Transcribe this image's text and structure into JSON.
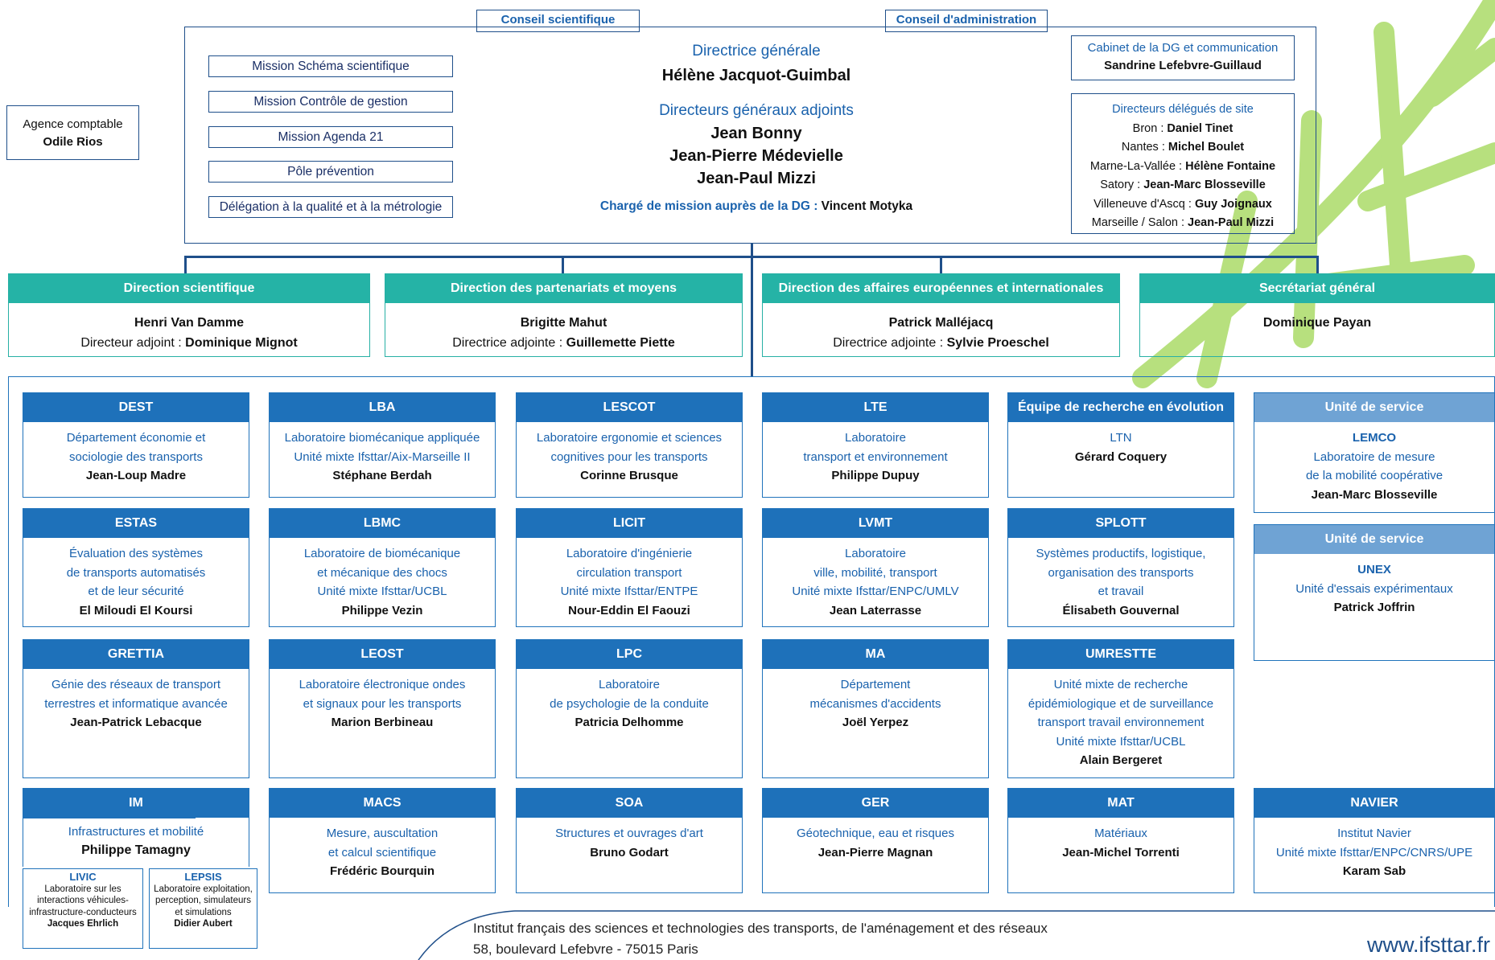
{
  "colors": {
    "navy": "#1f4f8a",
    "blue": "#1e71ba",
    "teal": "#25b3a6",
    "light_blue": "#6fa3d4",
    "leaf_green": "#a8d86b"
  },
  "top_tags": {
    "conseil_scientifique": "Conseil scientifique",
    "conseil_admin": "Conseil d'administration"
  },
  "missions": [
    "Mission Schéma scientifique",
    "Mission Contrôle de gestion",
    "Mission Agenda 21",
    "Pôle prévention",
    "Délégation à la qualité et à la métrologie"
  ],
  "agence": {
    "title": "Agence comptable",
    "name": "Odile Rios"
  },
  "dg": {
    "title": "Directrice générale",
    "name": "Hélène Jacquot-Guimbal",
    "deputies_title": "Directeurs généraux adjoints",
    "deputies": [
      "Jean Bonny",
      "Jean-Pierre Médevielle",
      "Jean-Paul Mizzi"
    ],
    "charge_label": "Chargé de mission auprès de la DG :",
    "charge_name": "Vincent Motyka"
  },
  "cabinet": {
    "title": "Cabinet de la DG et communication",
    "name": "Sandrine Lefebvre-Guillaud"
  },
  "delegates": {
    "title": "Directeurs délégués de site",
    "sites": [
      {
        "site": "Bron :",
        "name": "Daniel Tinet"
      },
      {
        "site": "Nantes :",
        "name": "Michel Boulet"
      },
      {
        "site": "Marne-La-Vallée :",
        "name": "Hélène Fontaine"
      },
      {
        "site": "Satory :",
        "name": "Jean-Marc Blosseville"
      },
      {
        "site": "Villeneuve d'Ascq :",
        "name": "Guy Joignaux"
      },
      {
        "site": "Marseille / Salon :",
        "name": "Jean-Paul Mizzi"
      }
    ]
  },
  "directions": [
    {
      "title": "Direction scientifique",
      "name": "Henri Van Damme",
      "deputy_label": "Directeur adjoint :",
      "deputy": "Dominique Mignot"
    },
    {
      "title": "Direction des partenariats et moyens",
      "name": "Brigitte Mahut",
      "deputy_label": "Directrice adjointe :",
      "deputy": "Guillemette Piette"
    },
    {
      "title": "Direction des affaires européennes et internationales",
      "name": "Patrick Malléjacq",
      "deputy_label": "Directrice adjointe :",
      "deputy": "Sylvie Proeschel"
    },
    {
      "title": "Secrétariat général",
      "name": "Dominique Payan",
      "deputy_label": "",
      "deputy": ""
    }
  ],
  "units": [
    {
      "code": "DEST",
      "desc": [
        "Département économie et",
        "sociologie des transports"
      ],
      "who": "Jean-Loup Madre"
    },
    {
      "code": "LBA",
      "desc": [
        "Laboratoire biomécanique appliquée",
        "Unité mixte Ifsttar/Aix-Marseille II"
      ],
      "who": "Stéphane Berdah"
    },
    {
      "code": "LESCOT",
      "desc": [
        "Laboratoire ergonomie et sciences",
        "cognitives pour les transports"
      ],
      "who": "Corinne Brusque"
    },
    {
      "code": "LTE",
      "desc": [
        "Laboratoire",
        "transport et environnement"
      ],
      "who": "Philippe Dupuy"
    },
    {
      "code": "Équipe de recherche en évolution",
      "desc": [],
      "who_lines": [
        "LTN",
        "Gérard Coquery"
      ]
    },
    {
      "code": "ESTAS",
      "desc": [
        "Évaluation des systèmes",
        "de transports automatisés",
        "et de leur sécurité"
      ],
      "who": "El Miloudi El Koursi"
    },
    {
      "code": "LBMC",
      "desc": [
        "Laboratoire de biomécanique",
        "et mécanique des chocs",
        "Unité mixte Ifsttar/UCBL"
      ],
      "who": "Philippe Vezin"
    },
    {
      "code": "LICIT",
      "desc": [
        "Laboratoire d'ingénierie",
        "circulation transport",
        "Unité mixte Ifsttar/ENTPE"
      ],
      "who": "Nour-Eddin El Faouzi"
    },
    {
      "code": "LVMT",
      "desc": [
        "Laboratoire",
        "ville, mobilité, transport",
        "Unité mixte Ifsttar/ENPC/UMLV"
      ],
      "who": "Jean Laterrasse"
    },
    {
      "code": "SPLOTT",
      "desc": [
        "Systèmes productifs, logistique,",
        "organisation des transports",
        "et travail"
      ],
      "who": "Élisabeth Gouvernal"
    },
    {
      "code": "GRETTIA",
      "desc": [
        "Génie des réseaux de transport",
        "terrestres et informatique avancée"
      ],
      "who": "Jean-Patrick Lebacque"
    },
    {
      "code": "LEOST",
      "desc": [
        "Laboratoire électronique ondes",
        "et signaux pour les transports"
      ],
      "who": "Marion Berbineau"
    },
    {
      "code": "LPC",
      "desc": [
        "Laboratoire",
        "de psychologie de la conduite"
      ],
      "who": "Patricia Delhomme"
    },
    {
      "code": "MA",
      "desc": [
        "Département",
        "mécanismes d'accidents"
      ],
      "who": "Joël Yerpez"
    },
    {
      "code": "UMRESTTE",
      "desc": [
        "Unité mixte de recherche",
        "épidémiologique et de surveillance",
        "transport travail environnement",
        "Unité mixte Ifsttar/UCBL"
      ],
      "who": "Alain Bergeret"
    },
    {
      "code": "IM",
      "desc": [
        "Infrastructures et mobilité"
      ],
      "who": "Philippe Tamagny"
    },
    {
      "code": "MACS",
      "desc": [
        "Mesure, auscultation",
        "et calcul scientifique"
      ],
      "who": "Frédéric Bourquin"
    },
    {
      "code": "SOA",
      "desc": [
        "Structures et ouvrages d'art"
      ],
      "who": "Bruno Godart"
    },
    {
      "code": "GER",
      "desc": [
        "Géotechnique, eau et risques"
      ],
      "who": "Jean-Pierre Magnan"
    },
    {
      "code": "MAT",
      "desc": [
        "Matériaux"
      ],
      "who": "Jean-Michel Torrenti"
    },
    {
      "code": "NAVIER",
      "desc": [
        "Institut Navier",
        "Unité mixte Ifsttar/ENPC/CNRS/UPE"
      ],
      "who": "Karam Sab"
    }
  ],
  "services": [
    {
      "head": "Unité de service",
      "lines": [
        "LEMCO",
        "Laboratoire de mesure",
        "de la mobilité coopérative",
        "Jean-Marc Blosseville"
      ]
    },
    {
      "head": "Unité de service",
      "lines": [
        "UNEX",
        "Unité d'essais expérimentaux",
        "Patrick Joffrin"
      ]
    }
  ],
  "mini": [
    {
      "code": "LIVIC",
      "desc": [
        "Laboratoire sur les",
        "interactions véhicules-",
        "infrastructure-conducteurs"
      ],
      "who": "Jacques Ehrlich"
    },
    {
      "code": "LEPSIS",
      "desc": [
        "Laboratoire exploitation,",
        "perception, simulateurs",
        "et simulations"
      ],
      "who": "Didier Aubert"
    }
  ],
  "footer": {
    "line1": "Institut français des sciences et technologies des transports, de l'aménagement et des réseaux",
    "line2": "58, boulevard Lefebvre - 75015 Paris",
    "web": "www.ifsttar.fr"
  }
}
